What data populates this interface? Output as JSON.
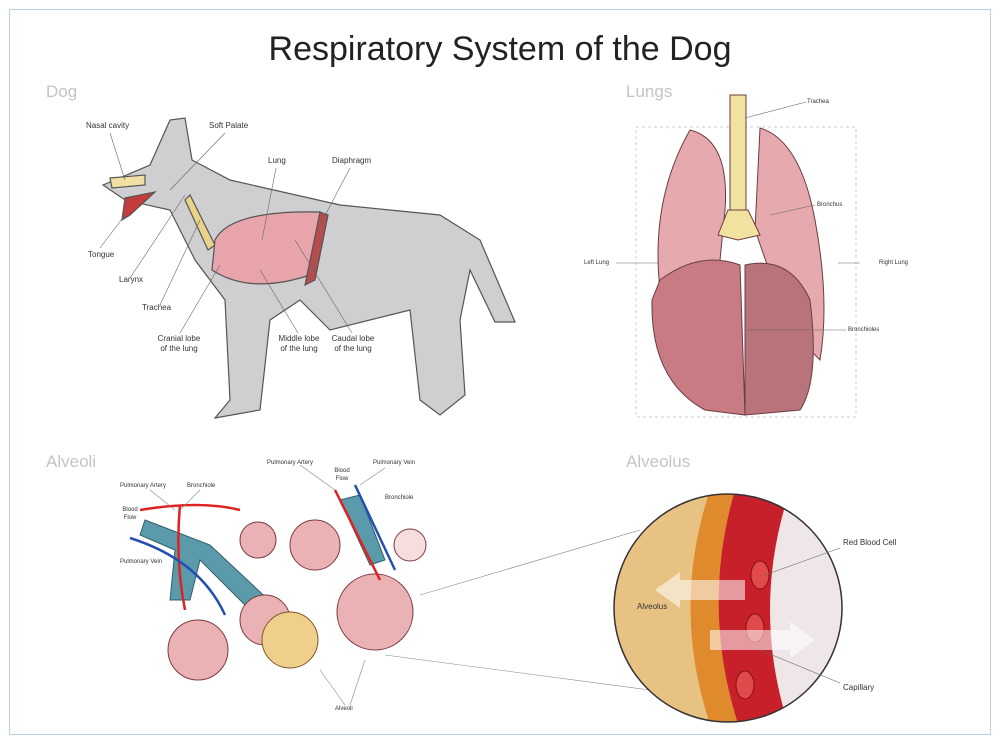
{
  "title": "Respiratory System of the Dog",
  "sections": {
    "dog": "Dog",
    "lungs": "Lungs",
    "alveoli": "Alveoli",
    "alveolus": "Alveolus"
  },
  "dog_labels": {
    "nasal_cavity": "Nasal cavity",
    "soft_palate": "Soft Palate",
    "lung": "Lung",
    "diaphragm": "Diaphragm",
    "tongue": "Tongue",
    "larynx": "Larynx",
    "trachea": "Trachea",
    "cranial": "Cranial lobe of the lung",
    "middle": "Middle lobe of the lung",
    "caudal": "Caudal lobe of the lung"
  },
  "lungs_labels": {
    "trachea": "Trachea",
    "bronchus": "Bronchus",
    "left": "Left Lung",
    "right": "Right Lung",
    "bronchioles": "Bronchioles"
  },
  "alveoli_labels": {
    "pa1": "Pulmonary Artery",
    "bronchiole1": "Bronchiole",
    "flow1": "Blood Flow",
    "pv1": "Pulmonary Vein",
    "pa2": "Pulmonary Artery",
    "flow2": "Blood Flow",
    "pv2": "Pulmonary Vein",
    "bronchiole2": "Bronchiole",
    "alveoli": "Alveoli"
  },
  "alveolus_labels": {
    "rbc": "Red Blood Cell",
    "alveolus": "Alveolus",
    "capillary": "Capillary"
  }
}
